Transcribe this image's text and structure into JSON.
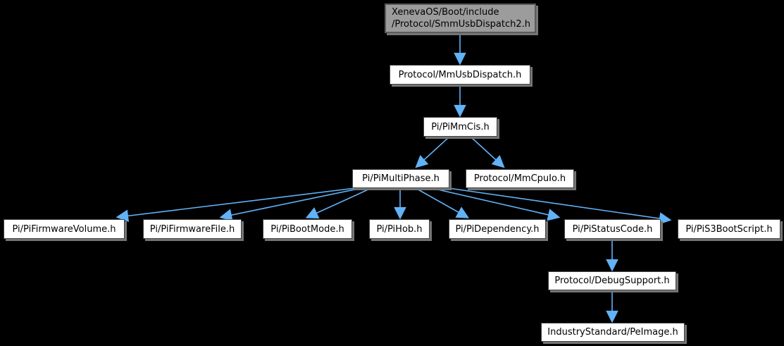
{
  "colors": {
    "background": "#000000",
    "arrow": "#61b2f7",
    "node_fill": "#ffffff",
    "node_border": "#424242",
    "node_shadow": "#757575",
    "root_fill": "#9c9c9c",
    "text": "#000000"
  },
  "nodes": {
    "root": {
      "line1": "XenevaOS/Boot/include",
      "line2": "/Protocol/SmmUsbDispatch2.h"
    },
    "mm_usb_dispatch": {
      "label": "Protocol/MmUsbDispatch.h"
    },
    "pi_mm_cis": {
      "label": "Pi/PiMmCis.h"
    },
    "pi_multi_phase": {
      "label": "Pi/PiMultiPhase.h"
    },
    "mm_cpu_io": {
      "label": "Protocol/MmCpuIo.h"
    },
    "pi_firmware_volume": {
      "label": "Pi/PiFirmwareVolume.h"
    },
    "pi_firmware_file": {
      "label": "Pi/PiFirmwareFile.h"
    },
    "pi_boot_mode": {
      "label": "Pi/PiBootMode.h"
    },
    "pi_hob": {
      "label": "Pi/PiHob.h"
    },
    "pi_dependency": {
      "label": "Pi/PiDependency.h"
    },
    "pi_status_code": {
      "label": "Pi/PiStatusCode.h"
    },
    "pi_s3_boot_script": {
      "label": "Pi/PiS3BootScript.h"
    },
    "debug_support": {
      "label": "Protocol/DebugSupport.h"
    },
    "pe_image": {
      "label": "IndustryStandard/PeImage.h"
    }
  },
  "edges": [
    {
      "from": "XenevaOS/Boot/include/Protocol/SmmUsbDispatch2.h",
      "to": "Protocol/MmUsbDispatch.h"
    },
    {
      "from": "Protocol/MmUsbDispatch.h",
      "to": "Pi/PiMmCis.h"
    },
    {
      "from": "Pi/PiMmCis.h",
      "to": "Pi/PiMultiPhase.h"
    },
    {
      "from": "Pi/PiMmCis.h",
      "to": "Protocol/MmCpuIo.h"
    },
    {
      "from": "Pi/PiMultiPhase.h",
      "to": "Pi/PiFirmwareVolume.h"
    },
    {
      "from": "Pi/PiMultiPhase.h",
      "to": "Pi/PiFirmwareFile.h"
    },
    {
      "from": "Pi/PiMultiPhase.h",
      "to": "Pi/PiBootMode.h"
    },
    {
      "from": "Pi/PiMultiPhase.h",
      "to": "Pi/PiHob.h"
    },
    {
      "from": "Pi/PiMultiPhase.h",
      "to": "Pi/PiDependency.h"
    },
    {
      "from": "Pi/PiMultiPhase.h",
      "to": "Pi/PiStatusCode.h"
    },
    {
      "from": "Pi/PiMultiPhase.h",
      "to": "Pi/PiS3BootScript.h"
    },
    {
      "from": "Pi/PiStatusCode.h",
      "to": "Protocol/DebugSupport.h"
    },
    {
      "from": "Protocol/DebugSupport.h",
      "to": "IndustryStandard/PeImage.h"
    }
  ]
}
